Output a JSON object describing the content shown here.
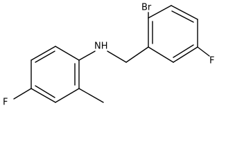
{
  "structure": {
    "atoms": [
      {
        "id": "br",
        "label": "Br"
      },
      {
        "id": "nh",
        "label": "NH"
      },
      {
        "id": "f_right",
        "label": "F"
      },
      {
        "id": "f_left",
        "label": "F"
      }
    ]
  }
}
